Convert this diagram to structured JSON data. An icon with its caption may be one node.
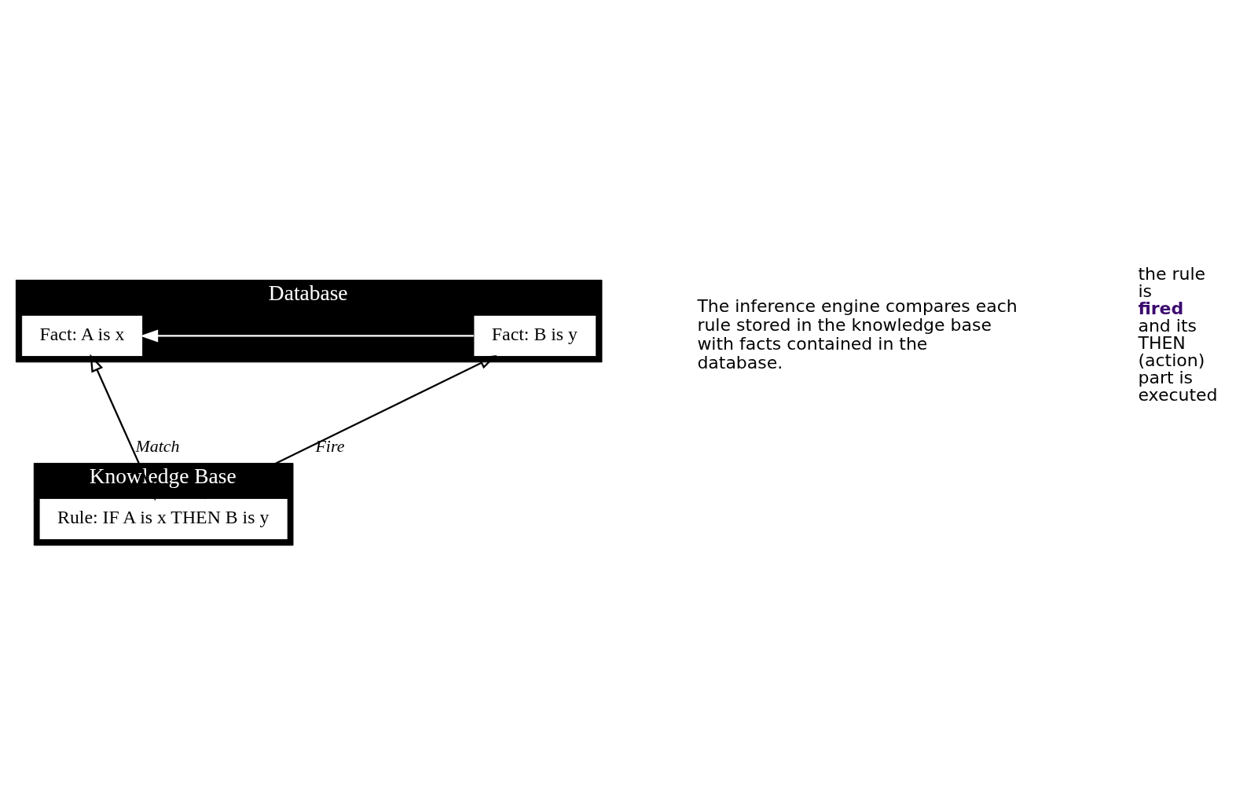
{
  "diagram": {
    "nodes": [
      {
        "text": [
          "Database"
        ]
      },
      {
        "text": [
          "Fact: A is x"
        ],
        "in": 0
      },
      {
        "text": [
          "Fact: B is y"
        ],
        "in": 0
      },
      {
        "text": [
          "Knowledge Base"
        ]
      },
      {
        "text": [
          "Rule: IF A is x THEN B is y"
        ],
        "in": 3
      }
    ],
    "edges": [
      {
        "from": 4,
        "to": 1,
        "arrow": "both",
        "label": "Match"
      },
      {
        "from": 4,
        "to": 2,
        "arrow": "to",
        "label": "Fire"
      },
      {
        "from": 2,
        "to": 1,
        "arrow": "to",
        "color": "#ffffff"
      }
    ],
    "labels": [
      "The inference engine compares each rule stored in the knowledge base with facts contained in the database.",
      "the rule is **fired** and its THEN (action) part is executed"
    ]
  }
}
